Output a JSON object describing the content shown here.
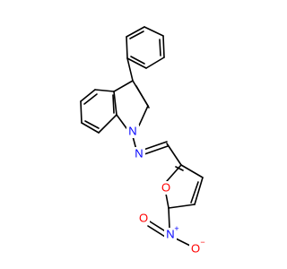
{
  "molecule": {
    "atoms": {
      "n_indole": {
        "label": "N",
        "color": "#0000ff"
      },
      "n_imine": {
        "label": "N",
        "color": "#0000ff"
      },
      "o_furan": {
        "label": "O",
        "color": "#ff0000"
      },
      "n_nitro": {
        "label": "N",
        "color": "#0000ff",
        "charge": "+"
      },
      "o_nitro_top": {
        "label": "O",
        "color": "#ff0000"
      },
      "o_nitro_right": {
        "label": "O",
        "color": "#ff0000",
        "charge": "−"
      }
    },
    "bond_color": "#000000"
  }
}
